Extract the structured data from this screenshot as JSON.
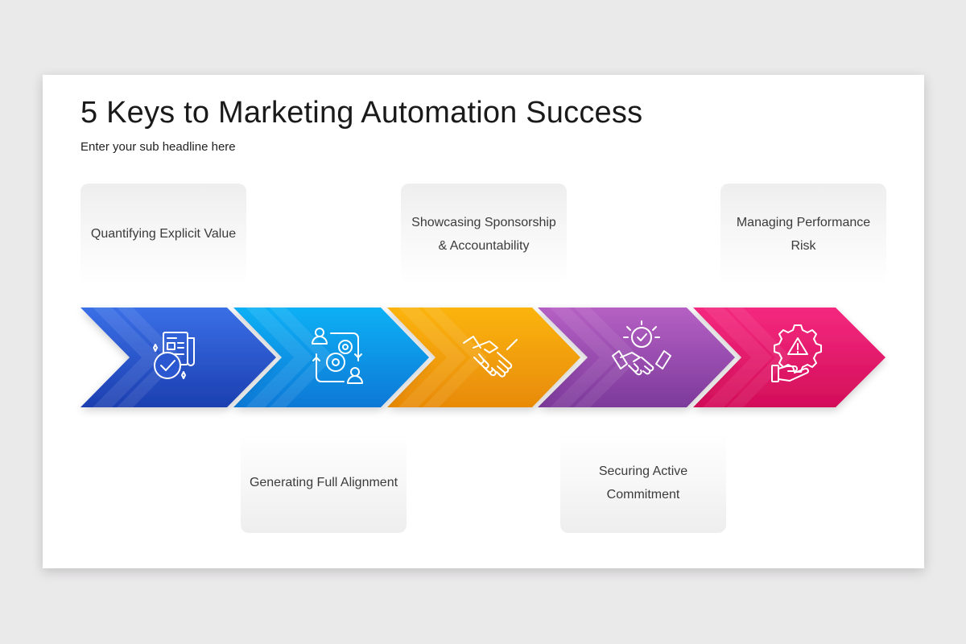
{
  "title": "5 Keys to Marketing Automation Success",
  "subtitle": "Enter your sub headline here",
  "steps": [
    {
      "label": "Quantifying Explicit Value",
      "position": "top",
      "color_start": "#3a6fe6",
      "color_end": "#1c3fb0",
      "icon": "document-checkmark-icon"
    },
    {
      "label": "Generating Full Alignment",
      "position": "bottom",
      "color_start": "#0fb0f5",
      "color_end": "#0a78d6",
      "icon": "team-gears-icon"
    },
    {
      "label": "Showcasing Sponsorship & Accountability",
      "position": "top",
      "color_start": "#fbb40e",
      "color_end": "#e88a06",
      "icon": "handshake-icon"
    },
    {
      "label": "Securing Active Commitment",
      "position": "bottom",
      "color_start": "#b560c4",
      "color_end": "#7c3a9a",
      "icon": "handshake-badge-icon"
    },
    {
      "label": "Managing Performance Risk",
      "position": "top",
      "color_start": "#f4297f",
      "color_end": "#d30e59",
      "icon": "gear-warning-hand-icon"
    }
  ]
}
